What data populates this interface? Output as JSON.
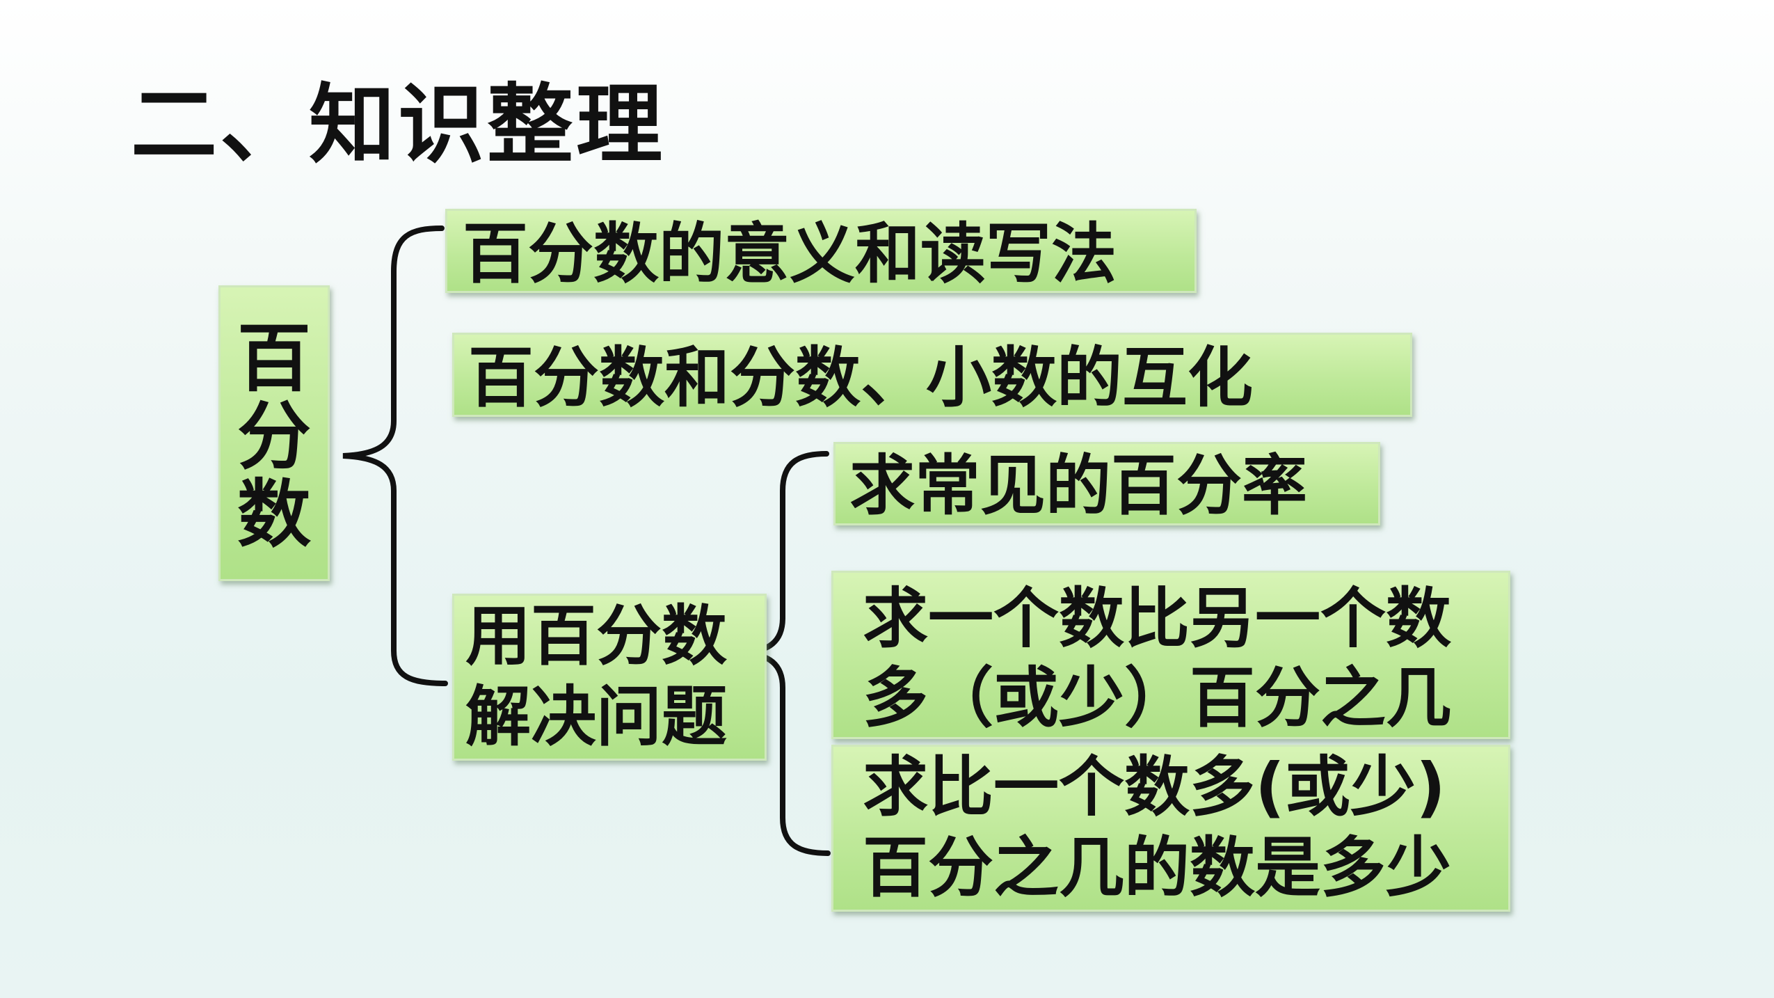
{
  "title": "二、知识整理",
  "root": {
    "chars": [
      "百",
      "分",
      "数"
    ]
  },
  "nodes": {
    "meaning": "百分数的意义和读写法",
    "conversion": "百分数和分数、小数的互化",
    "solve": [
      "用百分数",
      "解决问题"
    ]
  },
  "sub_nodes": {
    "rate": "求常见的百分率",
    "more_less": [
      "求一个数比另一个数",
      "多（或少）百分之几"
    ],
    "number": [
      "求比一个数多(或少)",
      "百分之几的数是多少"
    ]
  },
  "colors": {
    "box_top": "#d7f4b5",
    "box_bottom": "#afe188",
    "text": "#111111",
    "brace": "#111111"
  }
}
